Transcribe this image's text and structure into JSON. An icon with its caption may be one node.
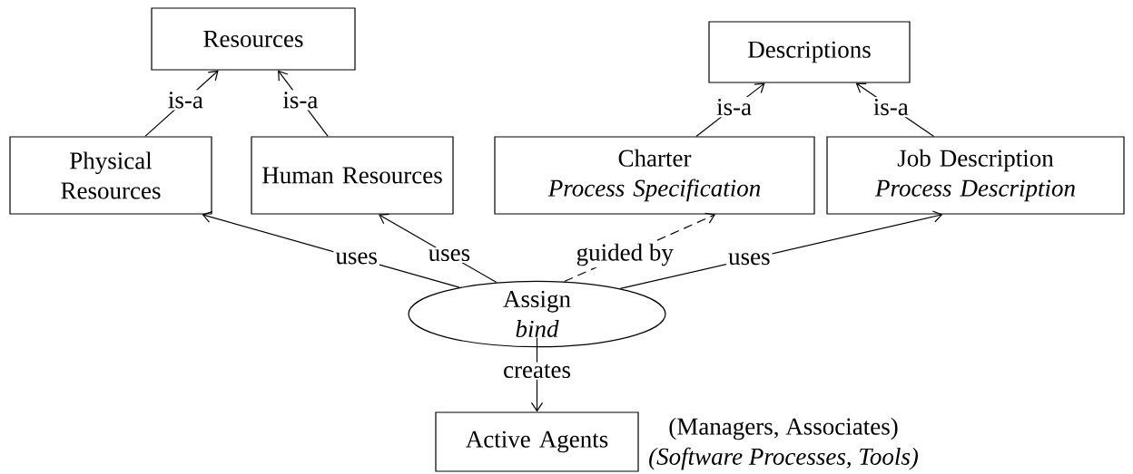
{
  "diagram": {
    "nodes": [
      {
        "text": [
          "Resources"
        ]
      },
      {
        "text": [
          "Descriptions"
        ]
      },
      {
        "text": [
          "Physical Resources"
        ]
      },
      {
        "text": [
          "Human Resources"
        ]
      },
      {
        "text": [
          "Charter",
          "Process Specification"
        ]
      },
      {
        "text": [
          "Job Description",
          "Process Description"
        ]
      },
      {
        "text": [
          "Assign",
          "bind"
        ]
      },
      {
        "text": [
          "Active Agents"
        ],
        "beside": [
          "(Managers, Associates)",
          "(Software Processes, Tools)"
        ]
      }
    ],
    "edges": [
      {
        "from": 2,
        "to": 0,
        "arrow": "to",
        "label": "is-a"
      },
      {
        "from": 3,
        "to": 0,
        "arrow": "to",
        "label": "is-a"
      },
      {
        "from": 4,
        "to": 1,
        "arrow": "to",
        "label": "is-a"
      },
      {
        "from": 5,
        "to": 1,
        "arrow": "to",
        "label": "is-a"
      },
      {
        "from": 6,
        "to": 2,
        "arrow": "to",
        "label": "uses"
      },
      {
        "from": 6,
        "to": 3,
        "arrow": "to",
        "label": "uses"
      },
      {
        "from": 6,
        "to": 4,
        "arrow": "to",
        "label": "guided by",
        "style": "dashed"
      },
      {
        "from": 6,
        "to": 5,
        "arrow": "to",
        "label": "uses"
      },
      {
        "from": 6,
        "to": 7,
        "arrow": "to",
        "label": "creates"
      }
    ]
  }
}
